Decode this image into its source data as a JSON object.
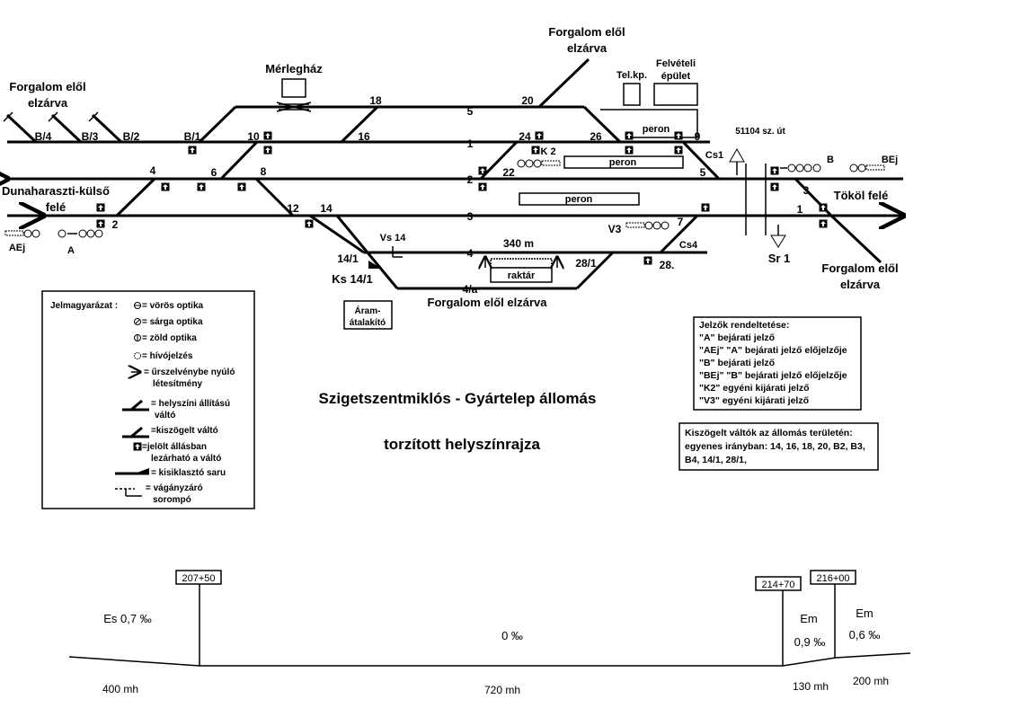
{
  "title": "Szigetszentmiklós - Gyártelep állomás",
  "subtitle": "torzított helyszínrajza",
  "places": {
    "forgalom_top": [
      "Forgalom elől",
      "elzárva"
    ],
    "forgalom_left": [
      "Forgalom elől",
      "elzárva"
    ],
    "forgalom_right": [
      "Forgalom elől",
      "elzárva"
    ],
    "forgalom_bottom": "Forgalom elől elzárva",
    "merleghaz": "Mérlegház",
    "telkp": "Tel.kp.",
    "felveteli": [
      "Felvételi",
      "épület"
    ],
    "dunaharaszti": [
      "Dunaharaszti-külső",
      "felé"
    ],
    "tokol": "Tököl felé",
    "road": "51104 sz. út",
    "aramatalakito": [
      "Áram-",
      "átalakító"
    ],
    "raktar": "raktár"
  },
  "tracks": {
    "t1": "1",
    "t2": "2",
    "t3": "3",
    "t4": "4",
    "t4a": "4/a",
    "t5": "5",
    "len340": "340 m"
  },
  "switches": {
    "s2": "2",
    "s3": "3",
    "s1": "1",
    "s4": "4",
    "s5": "5",
    "s6": "6",
    "s7": "7",
    "s8": "8",
    "s9": "9",
    "s10": "10",
    "s12": "12",
    "s14": "14",
    "s16": "16",
    "s18": "18",
    "s20": "20",
    "s22": "22",
    "s24": "24",
    "s26": "26",
    "s28": "28.",
    "s28_1": "28/1",
    "s14_1": "14/1",
    "b1": "B/1",
    "b2": "B/2",
    "b3": "B/3",
    "b4": "B/4",
    "cs1": "Cs1",
    "cs4": "Cs4"
  },
  "signals": {
    "a": "A",
    "aej": "AEj",
    "b": "B",
    "bej": "BEj",
    "k2": "K 2",
    "v3": "V3",
    "sr1": "Sr 1",
    "vs14": "Vs 14",
    "ks14_1": "Ks 14/1"
  },
  "platforms": [
    "peron",
    "peron",
    "peron"
  ],
  "legend": {
    "title": "Jelmagyarázat :",
    "items": [
      "= vörös optika",
      "= sárga optika",
      "= zöld optika",
      "= hívójelzés",
      "= űrszelvénybe nyúló",
      "létesítmény",
      "= helyszíni állítású",
      "váltó",
      "=kiszögelt váltó",
      "=jelölt állásban",
      "lezárható a váltó",
      "= kisiklasztó saru",
      "= vágányzáró",
      "sorompó"
    ]
  },
  "signal_box": {
    "title": "Jelzők rendeltetése:",
    "items": [
      "\"A\" bejárati jelző",
      "\"AEj\" \"A\" bejárati jelző előjelzője",
      "\"B\" bejárati jelző",
      "\"BEj\" \"B\" bejárati jelző előjelzője",
      "\"K2\" egyéni kijárati jelző",
      "\"V3\" egyéni kijárati jelző"
    ]
  },
  "switch_box": {
    "lines": [
      "Kiszögelt váltók az állomás területén:",
      "egyenes irányban: 14, 16, 18, 20, B2, B3,",
      "B4, 14/1, 28/1,"
    ]
  },
  "profile": {
    "km": [
      "207+50",
      "214+70",
      "216+00"
    ],
    "grades": {
      "es": "Es 0,7 ‰",
      "zero": "0  ‰",
      "em1": "Em",
      "em1v": "0,9 ‰",
      "em2": "Em",
      "em2v": "0,6 ‰"
    },
    "lengths": [
      "400 mh",
      "720 mh",
      "130 mh",
      "200 mh"
    ]
  }
}
